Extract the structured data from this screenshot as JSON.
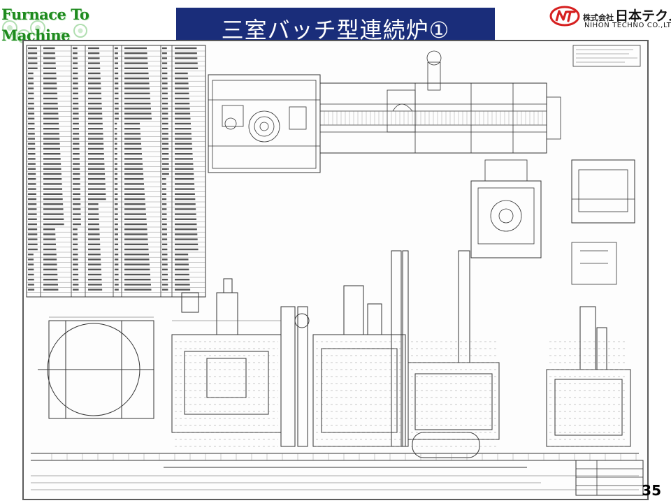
{
  "logo": {
    "line1": "Furnace To",
    "line2": "Machine",
    "color": "#1e8a1e"
  },
  "slide": {
    "title": "三室バッチ型連続炉①",
    "title_bg": "#1a2d7a",
    "page_number": "35"
  },
  "company": {
    "name_prefix": "株式会社",
    "name_main": "日本テクノ",
    "name_en": "NIHON TECHNO CO.,LTD.",
    "emblem_color": "#d62020"
  },
  "drawing": {
    "description_visible": false
  }
}
